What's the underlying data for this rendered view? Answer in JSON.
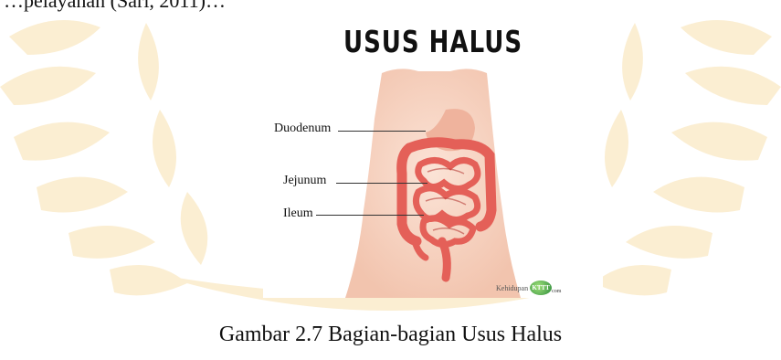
{
  "page": {
    "top_text": "…pelayanan (Sari, 2011)…",
    "caption": "Gambar 2.7 Bagian-bagian Usus Halus"
  },
  "figure": {
    "title": "USUS HALUS",
    "labels": {
      "duodenum": "Duodenum",
      "jejunum": "Jejunum",
      "ileum": "Ileum"
    },
    "logo": {
      "name": "Kehidupan",
      "mark": "KTTT",
      "suffix": "com"
    }
  },
  "colors": {
    "watermark": "#fbeed2",
    "skin": "#f6d3c2",
    "intestine": "#e46058",
    "intestine_dark": "#b8403b",
    "stomach": "#efb39d"
  }
}
